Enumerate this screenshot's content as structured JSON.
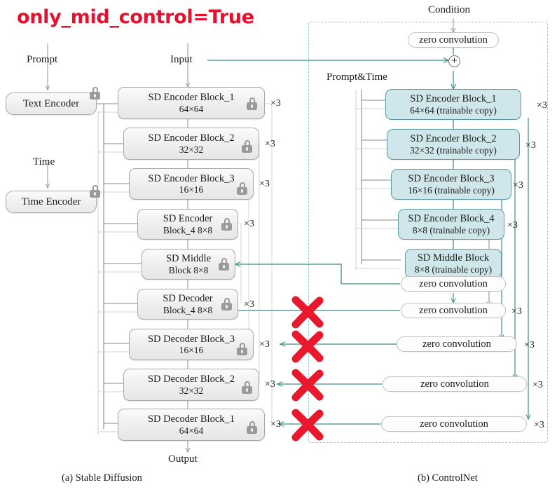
{
  "title": "only_mid_control=True",
  "title_color": "#e8112d",
  "colors": {
    "accent_teal": "#3f8f8a",
    "trainable_fill": "#cfe7ea",
    "frozen_fill": "#ededed",
    "red_cross": "#e8192c",
    "dashed_frame": "#8fd0d8"
  },
  "labels": {
    "prompt": "Prompt",
    "input": "Input",
    "time": "Time",
    "output": "Output",
    "condition": "Condition",
    "prompt_time": "Prompt&Time"
  },
  "captions": {
    "left": "(a) Stable Diffusion",
    "right": "(b) ControlNet"
  },
  "repeat_badge": "×3",
  "plus_symbol": "+",
  "stable_diffusion": {
    "encoders": [
      {
        "line1": "Text Encoder",
        "line2": "",
        "locked": true
      },
      {
        "line1": "Time Encoder",
        "line2": "",
        "locked": true
      }
    ],
    "blocks": [
      {
        "line1": "SD Encoder Block_1",
        "line2": "64×64",
        "locked": true,
        "repeat": "×3"
      },
      {
        "line1": "SD Encoder Block_2",
        "line2": "32×32",
        "locked": true,
        "repeat": "×3"
      },
      {
        "line1": "SD Encoder Block_3",
        "line2": "16×16",
        "locked": true,
        "repeat": "×3"
      },
      {
        "line1": "SD Encoder",
        "line2": "Block_4 8×8",
        "locked": true,
        "repeat": "×3"
      },
      {
        "line1": "SD Middle",
        "line2": "Block 8×8",
        "locked": true,
        "repeat": ""
      },
      {
        "line1": "SD Decoder",
        "line2": "Block_4 8×8",
        "locked": true,
        "repeat": "×3"
      },
      {
        "line1": "SD Decoder Block_3",
        "line2": "16×16",
        "locked": true,
        "repeat": "×3"
      },
      {
        "line1": "SD Decoder Block_2",
        "line2": "32×32",
        "locked": true,
        "repeat": "×3"
      },
      {
        "line1": "SD Decoder Block_1",
        "line2": "64×64",
        "locked": true,
        "repeat": "×3"
      }
    ]
  },
  "controlnet": {
    "top_zero_conv": "zero convolution",
    "blocks": [
      {
        "line1": "SD Encoder Block_1",
        "line2": "64×64 (trainable copy)",
        "repeat": "×3"
      },
      {
        "line1": "SD Encoder Block_2",
        "line2": "32×32 (trainable copy)",
        "repeat": "×3"
      },
      {
        "line1": "SD Encoder Block_3",
        "line2": "16×16 (trainable copy)",
        "repeat": "×3"
      },
      {
        "line1": "SD Encoder Block_4",
        "line2": "8×8 (trainable copy)",
        "repeat": "×3"
      },
      {
        "line1": "SD Middle Block",
        "line2": "8×8 (trainable copy)",
        "repeat": ""
      }
    ],
    "zero_convolutions": [
      {
        "label": "zero convolution",
        "repeat": "",
        "crossed": false
      },
      {
        "label": "zero convolution",
        "repeat": "×3",
        "crossed": true
      },
      {
        "label": "zero convolution",
        "repeat": "×3",
        "crossed": true
      },
      {
        "label": "zero convolution",
        "repeat": "×3",
        "crossed": true
      },
      {
        "label": "zero convolution",
        "repeat": "×3",
        "crossed": true
      }
    ]
  }
}
